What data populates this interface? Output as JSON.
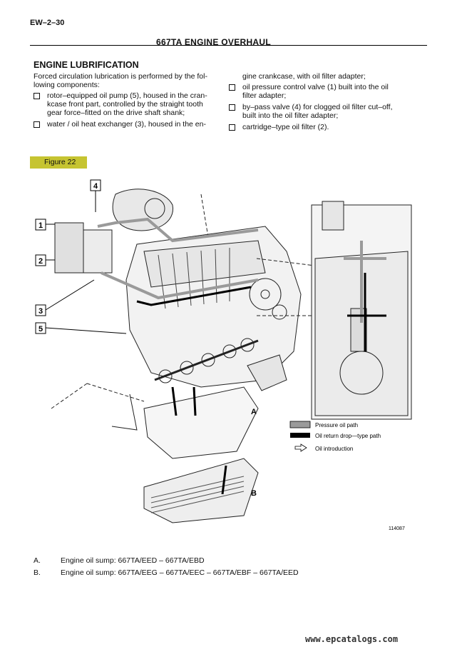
{
  "header": {
    "page_code": "EW–2–30",
    "title": "667TA ENGINE OVERHAUL"
  },
  "section": {
    "title": "ENGINE LUBRIFICATION",
    "intro": "Forced circulation lubrication is performed by the fol- lowing components:",
    "left_items": [
      "rotor–equipped oil pump (5), housed in the cran- kcase front part, controlled by the straight tooth gear force–fitted on the drive shaft shank;",
      "water / oil heat exchanger (3), housed in the en-"
    ],
    "right_continuation": "gine crankcase, with oil filter adapter;",
    "right_items": [
      "oil pressure control valve (1) built into the oil filter adapter;",
      "by–pass valve (4) for clogged oil filter cut–off, built into the oil filter adapter;",
      "cartridge–type oil filter (2)."
    ]
  },
  "figure": {
    "label": "Figure 22",
    "callouts": [
      "1",
      "2",
      "3",
      "4",
      "5"
    ],
    "sump_labels": [
      "A",
      "B"
    ],
    "legend": [
      {
        "label": "Pressure oil path",
        "swatch": "#9a9a9a"
      },
      {
        "label": "Oil return drop—type path",
        "swatch": "#000000"
      },
      {
        "label": "Oil introduction",
        "swatch": "arrow-outline-icon"
      }
    ],
    "figure_number": "114087"
  },
  "captions": [
    {
      "key": "A.",
      "text": "Engine oil sump: 667TA/EED – 667TA/EBD"
    },
    {
      "key": "B.",
      "text": "Engine oil sump: 667TA/EEG – 667TA/EEC – 667TA/EBF – 667TA/EED"
    }
  ],
  "footer": {
    "watermark": "www.epcatalogs.com"
  }
}
